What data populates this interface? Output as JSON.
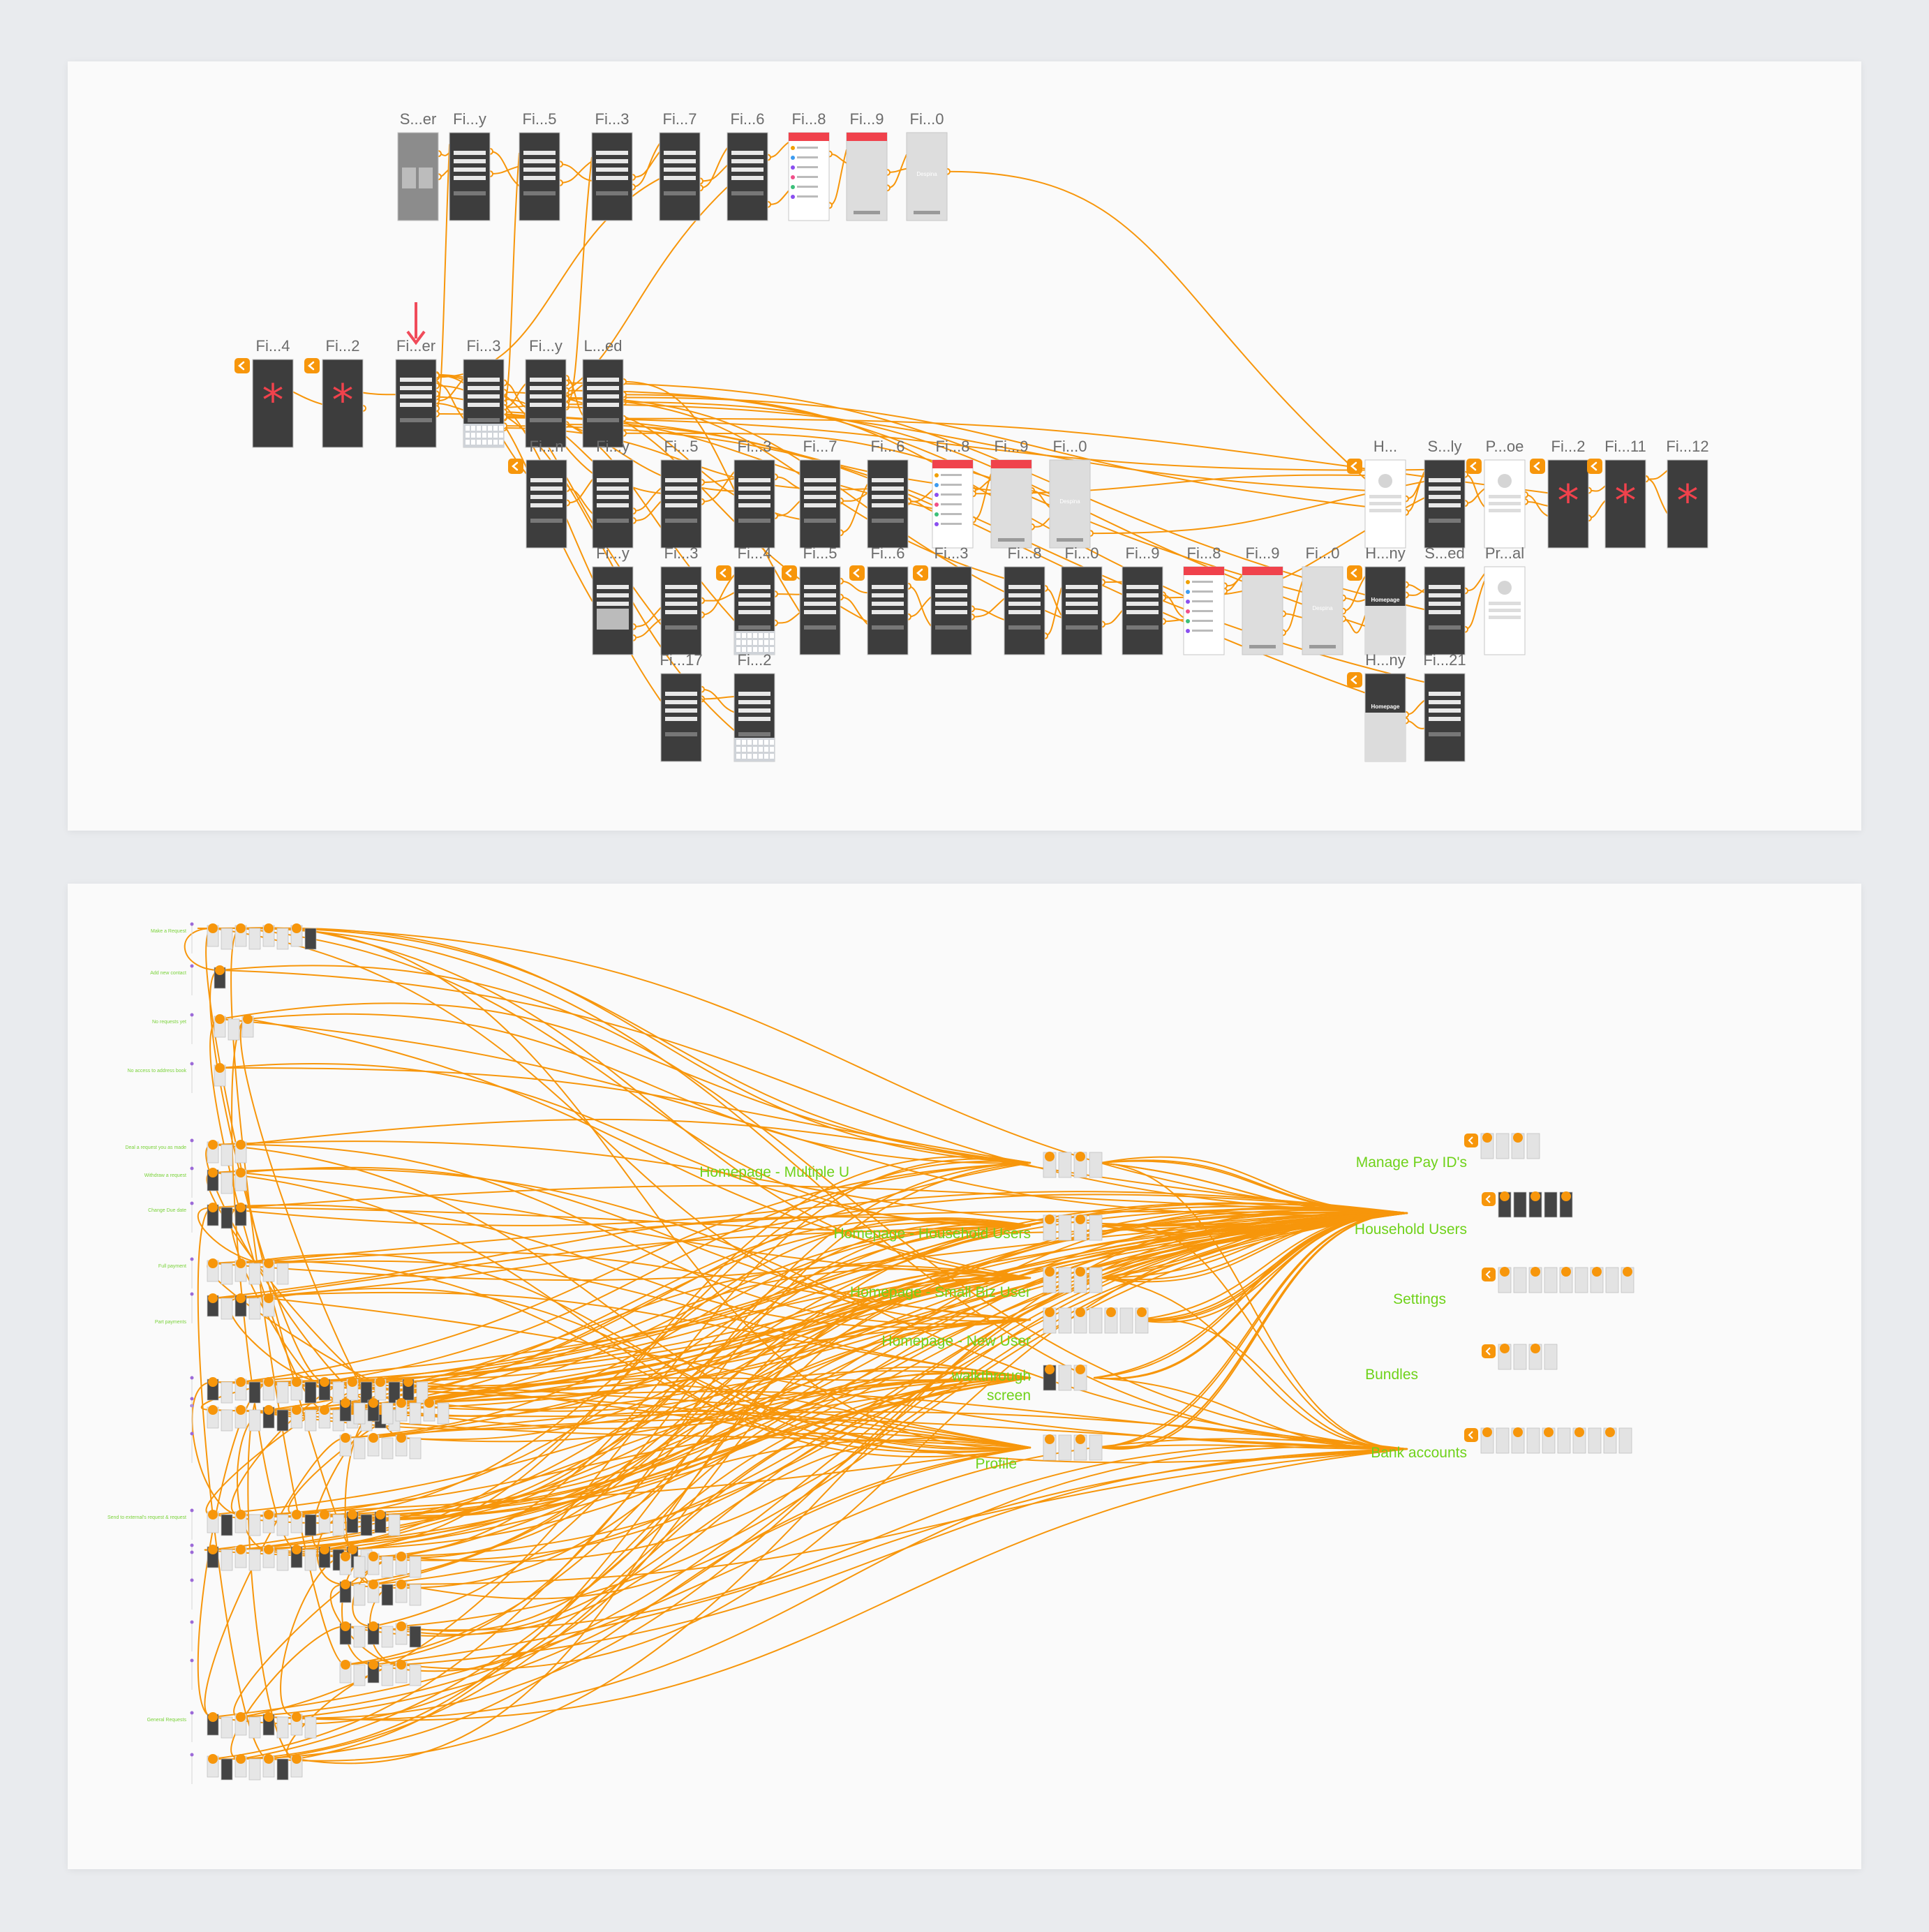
{
  "colors": {
    "link": "#f7960b",
    "dark_screen": "#3d3d3d",
    "light_screen": "#dddddd",
    "accent_red": "#f0424c",
    "flow_label": "#6fd21a",
    "canvas": "#fafafa",
    "background": "#e9ebee"
  },
  "icons": {
    "back": "chevron-left-icon",
    "start": "start-arrow-icon",
    "placeholder": "asterisk-icon",
    "external": "external-link-icon"
  },
  "top_flow": {
    "screens": [
      {
        "id": "t0",
        "title": "S...er",
        "col": 0,
        "row": 0,
        "style": "gray"
      },
      {
        "id": "t1",
        "title": "Fi...y",
        "col": 1,
        "row": 0,
        "style": "dark"
      },
      {
        "id": "t2",
        "title": "Fi...5",
        "col": 2,
        "row": 0,
        "style": "dark"
      },
      {
        "id": "t3",
        "title": "Fi...3",
        "col": 3,
        "row": 0,
        "style": "dark"
      },
      {
        "id": "t4",
        "title": "Fi...7",
        "col": 4,
        "row": 0,
        "style": "dark"
      },
      {
        "id": "t5",
        "title": "Fi...6",
        "col": 5,
        "row": 0,
        "style": "dark"
      },
      {
        "id": "t6",
        "title": "Fi...8",
        "col": 6,
        "row": 0,
        "style": "red"
      },
      {
        "id": "t7",
        "title": "Fi...9",
        "col": 7,
        "row": 0,
        "style": "redlight"
      },
      {
        "id": "t8",
        "title": "Fi...0",
        "col": 8,
        "row": 0,
        "style": "light"
      },
      {
        "id": "a0",
        "title": "Fi...4",
        "col": -2,
        "row": 1,
        "style": "star",
        "back": true
      },
      {
        "id": "a1",
        "title": "Fi...2",
        "col": -1,
        "row": 1,
        "style": "star",
        "back": true
      },
      {
        "id": "a2",
        "title": "Fi...er",
        "col": 0,
        "row": 1,
        "style": "dark",
        "start": true
      },
      {
        "id": "a3",
        "title": "Fi...3",
        "col": 1,
        "row": 1,
        "style": "darkkb"
      },
      {
        "id": "a4",
        "title": "Fi...y",
        "col": 2,
        "row": 1,
        "style": "dark"
      },
      {
        "id": "a5",
        "title": "L...ed",
        "col": 3,
        "row": 1,
        "style": "dark"
      },
      {
        "id": "b0",
        "title": "Fi...n",
        "col": 2,
        "row": 2,
        "style": "dark",
        "back": true
      },
      {
        "id": "b1",
        "title": "Fi...y",
        "col": 3,
        "row": 2,
        "style": "dark"
      },
      {
        "id": "b2",
        "title": "Fi...5",
        "col": 4,
        "row": 2,
        "style": "dark"
      },
      {
        "id": "b3",
        "title": "Fi...3",
        "col": 5,
        "row": 2,
        "style": "dark"
      },
      {
        "id": "b4",
        "title": "Fi...7",
        "col": 6,
        "row": 2,
        "style": "dark"
      },
      {
        "id": "b5",
        "title": "Fi...6",
        "col": 7,
        "row": 2,
        "style": "dark"
      },
      {
        "id": "b6",
        "title": "Fi...8",
        "col": 8,
        "row": 2,
        "style": "red"
      },
      {
        "id": "b7",
        "title": "Fi...9",
        "col": 9,
        "row": 2,
        "style": "redlight"
      },
      {
        "id": "b8",
        "title": "Fi...0",
        "col": 10,
        "row": 2,
        "style": "light"
      },
      {
        "id": "r0",
        "title": "H...",
        "col": 16,
        "row": 2,
        "style": "white",
        "back": true
      },
      {
        "id": "r1",
        "title": "S...ly",
        "col": 17,
        "row": 2,
        "style": "dark"
      },
      {
        "id": "r2",
        "title": "P...oe",
        "col": 18,
        "row": 2,
        "style": "white",
        "back": true
      },
      {
        "id": "r3",
        "title": "Fi...2",
        "col": 19,
        "row": 2,
        "style": "star",
        "back": true
      },
      {
        "id": "r4",
        "title": "Fi...11",
        "col": 20,
        "row": 2,
        "style": "star",
        "back": true
      },
      {
        "id": "r5",
        "title": "Fi...12",
        "col": 21,
        "row": 2,
        "style": "star"
      },
      {
        "id": "c0",
        "title": "Fi...y",
        "col": 3,
        "row": 3,
        "style": "darkbtn"
      },
      {
        "id": "c1",
        "title": "Fi...3",
        "col": 4,
        "row": 3,
        "style": "dark"
      },
      {
        "id": "c2",
        "title": "Fi...4",
        "col": 5,
        "row": 3,
        "style": "darkkb",
        "back": true
      },
      {
        "id": "c3",
        "title": "Fi...5",
        "col": 6,
        "row": 3,
        "style": "dark",
        "back": true
      },
      {
        "id": "c4",
        "title": "Fi...6",
        "col": 7,
        "row": 3,
        "style": "dark",
        "back": true
      },
      {
        "id": "c5",
        "title": "Fi...3",
        "col": 8,
        "row": 3,
        "style": "dark",
        "back": true
      },
      {
        "id": "c6",
        "title": "Fi...8",
        "col": 9,
        "row": 3,
        "style": "dark"
      },
      {
        "id": "c7",
        "title": "Fi...0",
        "col": 10,
        "row": 3,
        "style": "dark"
      },
      {
        "id": "c8",
        "title": "Fi...9",
        "col": 11,
        "row": 3,
        "style": "dark"
      },
      {
        "id": "c9",
        "title": "Fi...8",
        "col": 12,
        "row": 3,
        "style": "red"
      },
      {
        "id": "c10",
        "title": "Fi...9",
        "col": 13,
        "row": 3,
        "style": "redlight"
      },
      {
        "id": "c11",
        "title": "Fi...0",
        "col": 14,
        "row": 3,
        "style": "light"
      },
      {
        "id": "c12",
        "title": "H...ny",
        "col": 16,
        "row": 3,
        "style": "darkhome",
        "back": true
      },
      {
        "id": "c13",
        "title": "S...ed",
        "col": 17,
        "row": 3,
        "style": "dark"
      },
      {
        "id": "c14",
        "title": "Pr...al",
        "col": 18,
        "row": 3,
        "style": "white"
      },
      {
        "id": "d0",
        "title": "Fi...17",
        "col": 4,
        "row": 4,
        "style": "dark"
      },
      {
        "id": "d1",
        "title": "Fi...2",
        "col": 5,
        "row": 4,
        "style": "darkkb"
      },
      {
        "id": "d2",
        "title": "H...ny",
        "col": 16,
        "row": 4,
        "style": "darkhome",
        "back": true
      },
      {
        "id": "d3",
        "title": "Fi...21",
        "col": 17,
        "row": 4,
        "style": "dark"
      }
    ]
  },
  "screen_text": {
    "despina": "Despina",
    "homepage": "Homepage"
  },
  "bottom_flow": {
    "labels": [
      {
        "text": "Homepage - Multiple U",
        "id": "hm"
      },
      {
        "text": "Homepage - Household Users",
        "id": "hh"
      },
      {
        "text": "Homepage - Small Biz User",
        "id": "hs"
      },
      {
        "text": "Homepage - New User",
        "id": "hn"
      },
      {
        "text": "walkthrough",
        "id": "w1"
      },
      {
        "text": "screen",
        "id": "w2"
      },
      {
        "text": "Profile",
        "id": "pr"
      },
      {
        "text": "Manage Pay ID's",
        "id": "mp"
      },
      {
        "text": "Household Users",
        "id": "hu"
      },
      {
        "text": "Settings",
        "id": "se"
      },
      {
        "text": "Bundles",
        "id": "bu"
      },
      {
        "text": "Bank accounts",
        "id": "ba"
      }
    ],
    "side_notes": [
      "Make a Request",
      "Add new contact",
      "No requests yet",
      "No access to address book",
      "Deal a request you as made",
      "Withdraw a request",
      "Change Due date",
      "Full payment",
      "Part payments",
      "Send to external's request & request",
      "General Requests"
    ]
  }
}
